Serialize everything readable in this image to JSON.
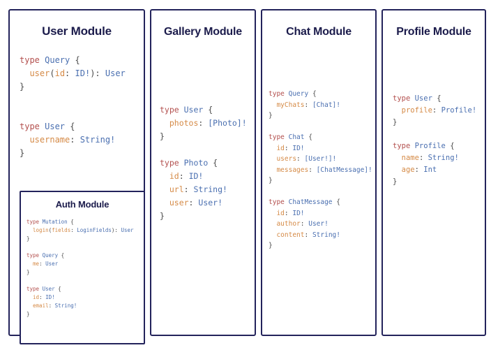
{
  "canvas": {
    "background": "#ffffff",
    "border_color": "#23235b",
    "title_color": "#1b1b4b"
  },
  "syntax_colors": {
    "keyword": "#b3504e",
    "type_name": "#4a6fb0",
    "field_name": "#d58a46",
    "punctuation": "#4a4a4a"
  },
  "modules": {
    "user": {
      "title": "User Module",
      "code_lines": [
        [
          {
            "text": "type ",
            "token": "keyword"
          },
          {
            "text": "Query",
            "token": "type_name"
          },
          {
            "text": " {",
            "token": "punctuation"
          }
        ],
        [
          {
            "text": "  user",
            "token": "field_name"
          },
          {
            "text": "(",
            "token": "punctuation"
          },
          {
            "text": "id",
            "token": "field_name"
          },
          {
            "text": ": ",
            "token": "punctuation"
          },
          {
            "text": "ID!",
            "token": "type_name"
          },
          {
            "text": "): ",
            "token": "punctuation"
          },
          {
            "text": "User",
            "token": "type_name"
          }
        ],
        [
          {
            "text": "}",
            "token": "punctuation"
          }
        ],
        [],
        [],
        [
          {
            "text": "type ",
            "token": "keyword"
          },
          {
            "text": "User",
            "token": "type_name"
          },
          {
            "text": " {",
            "token": "punctuation"
          }
        ],
        [
          {
            "text": "  username",
            "token": "field_name"
          },
          {
            "text": ": ",
            "token": "punctuation"
          },
          {
            "text": "String!",
            "token": "type_name"
          }
        ],
        [
          {
            "text": "}",
            "token": "punctuation"
          }
        ]
      ]
    },
    "auth": {
      "title": "Auth Module",
      "code_lines": [
        [
          {
            "text": "type ",
            "token": "keyword"
          },
          {
            "text": "Mutation",
            "token": "type_name"
          },
          {
            "text": " {",
            "token": "punctuation"
          }
        ],
        [
          {
            "text": "  login",
            "token": "field_name"
          },
          {
            "text": "(",
            "token": "punctuation"
          },
          {
            "text": "fields",
            "token": "field_name"
          },
          {
            "text": ": ",
            "token": "punctuation"
          },
          {
            "text": "LoginFields",
            "token": "type_name"
          },
          {
            "text": "): ",
            "token": "punctuation"
          },
          {
            "text": "User",
            "token": "type_name"
          }
        ],
        [
          {
            "text": "}",
            "token": "punctuation"
          }
        ],
        [],
        [
          {
            "text": "type ",
            "token": "keyword"
          },
          {
            "text": "Query",
            "token": "type_name"
          },
          {
            "text": " {",
            "token": "punctuation"
          }
        ],
        [
          {
            "text": "  me",
            "token": "field_name"
          },
          {
            "text": ": ",
            "token": "punctuation"
          },
          {
            "text": "User",
            "token": "type_name"
          }
        ],
        [
          {
            "text": "}",
            "token": "punctuation"
          }
        ],
        [],
        [
          {
            "text": "type ",
            "token": "keyword"
          },
          {
            "text": "User",
            "token": "type_name"
          },
          {
            "text": " {",
            "token": "punctuation"
          }
        ],
        [
          {
            "text": "  id",
            "token": "field_name"
          },
          {
            "text": ": ",
            "token": "punctuation"
          },
          {
            "text": "ID!",
            "token": "type_name"
          }
        ],
        [
          {
            "text": "  email",
            "token": "field_name"
          },
          {
            "text": ": ",
            "token": "punctuation"
          },
          {
            "text": "String!",
            "token": "type_name"
          }
        ],
        [
          {
            "text": "}",
            "token": "punctuation"
          }
        ]
      ]
    },
    "gallery": {
      "title": "Gallery Module",
      "code_lines": [
        [
          {
            "text": "type ",
            "token": "keyword"
          },
          {
            "text": "User",
            "token": "type_name"
          },
          {
            "text": " {",
            "token": "punctuation"
          }
        ],
        [
          {
            "text": "  photos",
            "token": "field_name"
          },
          {
            "text": ": ",
            "token": "punctuation"
          },
          {
            "text": "[Photo]!",
            "token": "type_name"
          }
        ],
        [
          {
            "text": "}",
            "token": "punctuation"
          }
        ],
        [],
        [
          {
            "text": "type ",
            "token": "keyword"
          },
          {
            "text": "Photo",
            "token": "type_name"
          },
          {
            "text": " {",
            "token": "punctuation"
          }
        ],
        [
          {
            "text": "  id",
            "token": "field_name"
          },
          {
            "text": ": ",
            "token": "punctuation"
          },
          {
            "text": "ID!",
            "token": "type_name"
          }
        ],
        [
          {
            "text": "  url",
            "token": "field_name"
          },
          {
            "text": ": ",
            "token": "punctuation"
          },
          {
            "text": "String!",
            "token": "type_name"
          }
        ],
        [
          {
            "text": "  user",
            "token": "field_name"
          },
          {
            "text": ": ",
            "token": "punctuation"
          },
          {
            "text": "User!",
            "token": "type_name"
          }
        ],
        [
          {
            "text": "}",
            "token": "punctuation"
          }
        ]
      ]
    },
    "chat": {
      "title": "Chat Module",
      "code_lines": [
        [
          {
            "text": "type ",
            "token": "keyword"
          },
          {
            "text": "Query",
            "token": "type_name"
          },
          {
            "text": " {",
            "token": "punctuation"
          }
        ],
        [
          {
            "text": "  myChats",
            "token": "field_name"
          },
          {
            "text": ": ",
            "token": "punctuation"
          },
          {
            "text": "[Chat]!",
            "token": "type_name"
          }
        ],
        [
          {
            "text": "}",
            "token": "punctuation"
          }
        ],
        [],
        [
          {
            "text": "type ",
            "token": "keyword"
          },
          {
            "text": "Chat",
            "token": "type_name"
          },
          {
            "text": " {",
            "token": "punctuation"
          }
        ],
        [
          {
            "text": "  id",
            "token": "field_name"
          },
          {
            "text": ": ",
            "token": "punctuation"
          },
          {
            "text": "ID!",
            "token": "type_name"
          }
        ],
        [
          {
            "text": "  users",
            "token": "field_name"
          },
          {
            "text": ": ",
            "token": "punctuation"
          },
          {
            "text": "[User!]!",
            "token": "type_name"
          }
        ],
        [
          {
            "text": "  messages",
            "token": "field_name"
          },
          {
            "text": ": ",
            "token": "punctuation"
          },
          {
            "text": "[ChatMessage]!",
            "token": "type_name"
          }
        ],
        [
          {
            "text": "}",
            "token": "punctuation"
          }
        ],
        [],
        [
          {
            "text": "type ",
            "token": "keyword"
          },
          {
            "text": "ChatMessage",
            "token": "type_name"
          },
          {
            "text": " {",
            "token": "punctuation"
          }
        ],
        [
          {
            "text": "  id",
            "token": "field_name"
          },
          {
            "text": ": ",
            "token": "punctuation"
          },
          {
            "text": "ID!",
            "token": "type_name"
          }
        ],
        [
          {
            "text": "  author",
            "token": "field_name"
          },
          {
            "text": ": ",
            "token": "punctuation"
          },
          {
            "text": "User!",
            "token": "type_name"
          }
        ],
        [
          {
            "text": "  content",
            "token": "field_name"
          },
          {
            "text": ": ",
            "token": "punctuation"
          },
          {
            "text": "String!",
            "token": "type_name"
          }
        ],
        [
          {
            "text": "}",
            "token": "punctuation"
          }
        ]
      ]
    },
    "profile": {
      "title": "Profile Module",
      "code_lines": [
        [
          {
            "text": "type ",
            "token": "keyword"
          },
          {
            "text": "User",
            "token": "type_name"
          },
          {
            "text": " {",
            "token": "punctuation"
          }
        ],
        [
          {
            "text": "  profile",
            "token": "field_name"
          },
          {
            "text": ": ",
            "token": "punctuation"
          },
          {
            "text": "Profile!",
            "token": "type_name"
          }
        ],
        [
          {
            "text": "}",
            "token": "punctuation"
          }
        ],
        [],
        [
          {
            "text": "type ",
            "token": "keyword"
          },
          {
            "text": "Profile",
            "token": "type_name"
          },
          {
            "text": " {",
            "token": "punctuation"
          }
        ],
        [
          {
            "text": "  name",
            "token": "field_name"
          },
          {
            "text": ": ",
            "token": "punctuation"
          },
          {
            "text": "String!",
            "token": "type_name"
          }
        ],
        [
          {
            "text": "  age",
            "token": "field_name"
          },
          {
            "text": ": ",
            "token": "punctuation"
          },
          {
            "text": "Int",
            "token": "type_name"
          }
        ],
        [
          {
            "text": "}",
            "token": "punctuation"
          }
        ]
      ]
    }
  }
}
